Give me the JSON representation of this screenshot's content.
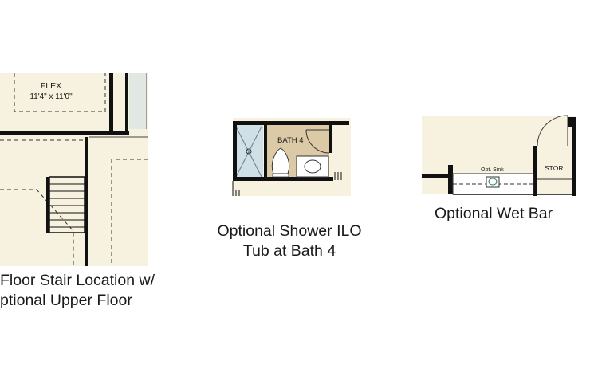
{
  "colors": {
    "floor": "#f7f1df",
    "wall": "#111111",
    "tile": "#cfe0e6",
    "tan": "#dcc9a6",
    "line": "#333333"
  },
  "plan_stair": {
    "room_label": "FLEX",
    "room_dims": "11'4\" x 11'0\"",
    "caption_line1": "Floor Stair Location w/",
    "caption_line2": "ptional Upper Floor"
  },
  "plan_shower": {
    "room_label": "BATH 4",
    "caption_line1": "Optional Shower ILO",
    "caption_line2": "Tub at Bath 4"
  },
  "plan_wetbar": {
    "sink_label": "Opt. Sink",
    "storage_label": "STOR.",
    "caption": "Optional Wet Bar"
  }
}
